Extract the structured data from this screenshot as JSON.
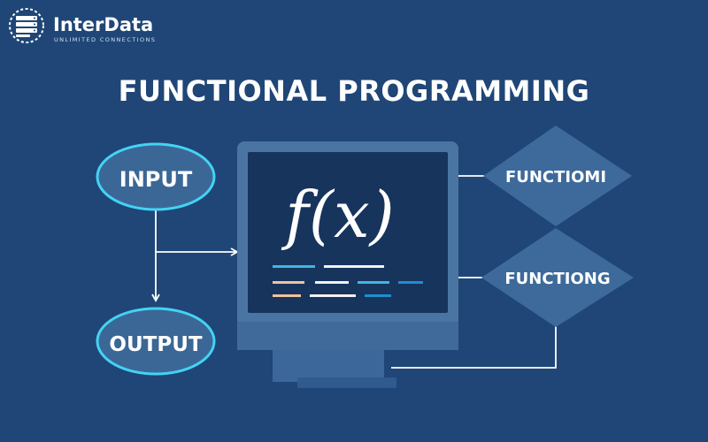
{
  "brand": {
    "name": "InterData",
    "tagline": "UNLIMITED CONNECTIONS",
    "logo_icon": "server-stack-globe-icon"
  },
  "title": "FUNCTIONAL PROGRAMMING",
  "nodes": {
    "input": "INPUT",
    "output": "OUTPUT",
    "function_top": "FUNCTIOMI",
    "function_bottom": "FUNCTIONG"
  },
  "monitor": {
    "formula": "f(x)",
    "icon": "computer-monitor-icon",
    "code_lines": [
      [
        {
          "color": "#3fb6e6",
          "len": 1
        },
        {
          "color": "#f2f2f2",
          "len": 1
        }
      ],
      [
        {
          "color": "#f2c29c",
          "len": 1
        },
        {
          "color": "#f2f2f2",
          "len": 1
        },
        {
          "color": "#3fb6e6",
          "len": 1
        },
        {
          "color": "#1e8fd0",
          "len": 1
        }
      ],
      [
        {
          "color": "#f2c29c",
          "len": 1
        },
        {
          "color": "#f2f2f2",
          "len": 1
        },
        {
          "color": "#1e8fd0",
          "len": 1
        }
      ]
    ]
  },
  "colors": {
    "background": "#1f4677",
    "node_fill": "#3b6796",
    "accent": "#43d3f3",
    "screen": "#17345c",
    "monitor_body": "#4a75a3",
    "diamond": "#3d6a9b"
  }
}
